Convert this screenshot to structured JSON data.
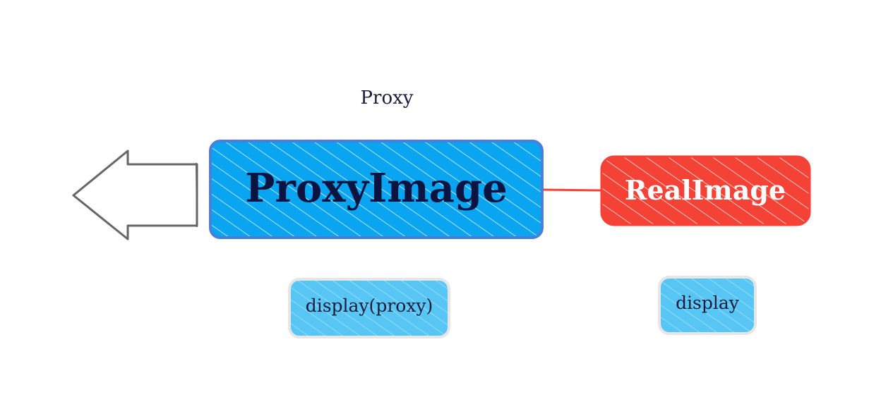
{
  "diagram": {
    "title": "Proxy",
    "nodes": {
      "proxy_image": {
        "label": "ProxyImage",
        "fill": "#0aa5f0",
        "stroke": "#4a7fd6"
      },
      "real_image": {
        "label": "RealImage",
        "fill": "#f44336",
        "stroke": "#f44336"
      },
      "display_proxy": {
        "label": "display(proxy)",
        "fill": "#58c6f5",
        "stroke": "#e6e6e6"
      },
      "display": {
        "label": "display",
        "fill": "#58c6f5",
        "stroke": "#e6e6e6"
      }
    },
    "edges": [
      {
        "from": "proxy_image",
        "to": "real_image",
        "color": "#f44336"
      }
    ],
    "arrow": {
      "direction": "left",
      "color": "#666666"
    }
  }
}
